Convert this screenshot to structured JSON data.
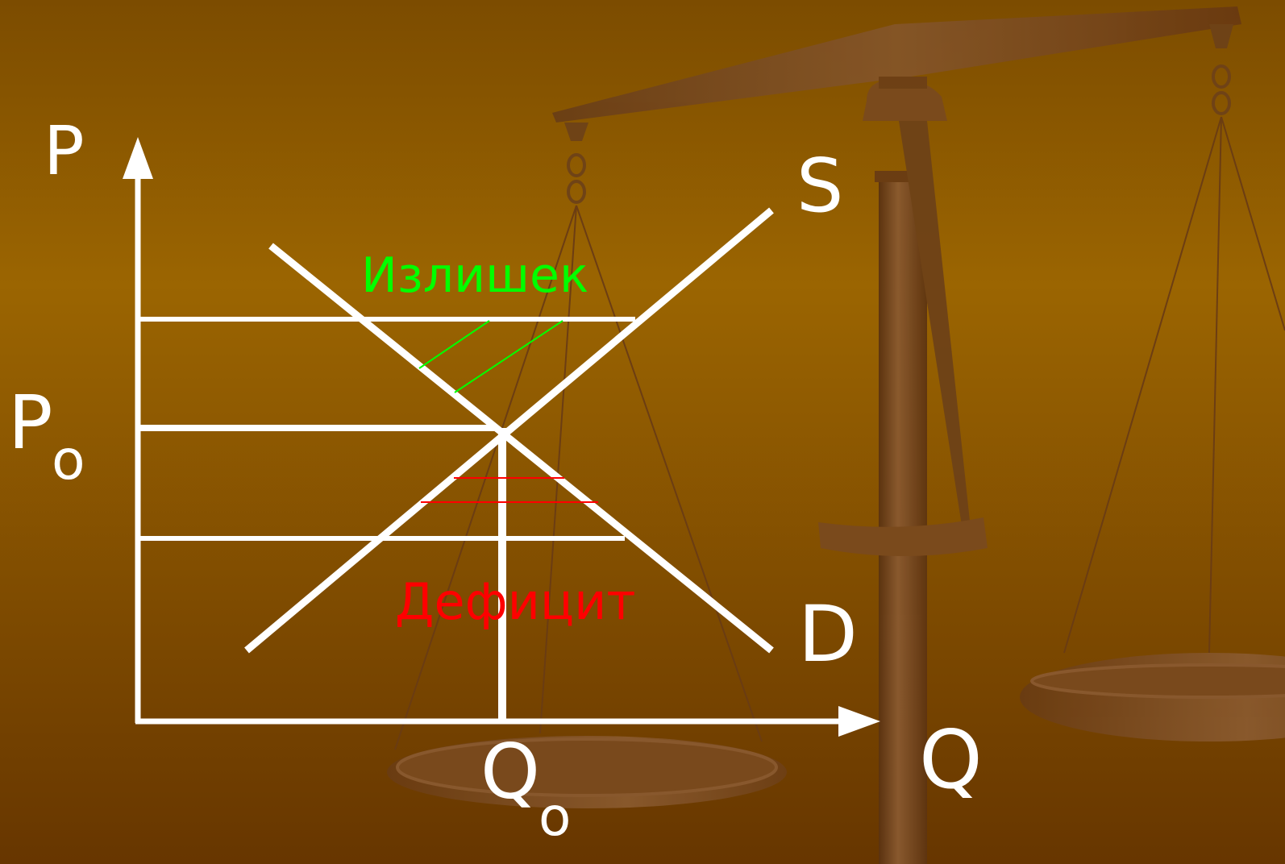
{
  "labels": {
    "p_axis": "P",
    "q_axis": "Q",
    "supply": "S",
    "demand": "D",
    "p_eq_main": "P",
    "p_eq_sub": "o",
    "q_eq_main": "Q",
    "q_eq_sub": "o",
    "surplus": "Излишек",
    "deficit": "Дефицит"
  },
  "colors": {
    "background_top": "#7a4a00",
    "background_mid": "#9a6400",
    "background_bottom": "#6a3800",
    "lines": "#ffffff",
    "surplus": "#00ff00",
    "deficit": "#ff0000",
    "scale_wood": "#7a4a1e"
  },
  "decoration": "balance-scale"
}
